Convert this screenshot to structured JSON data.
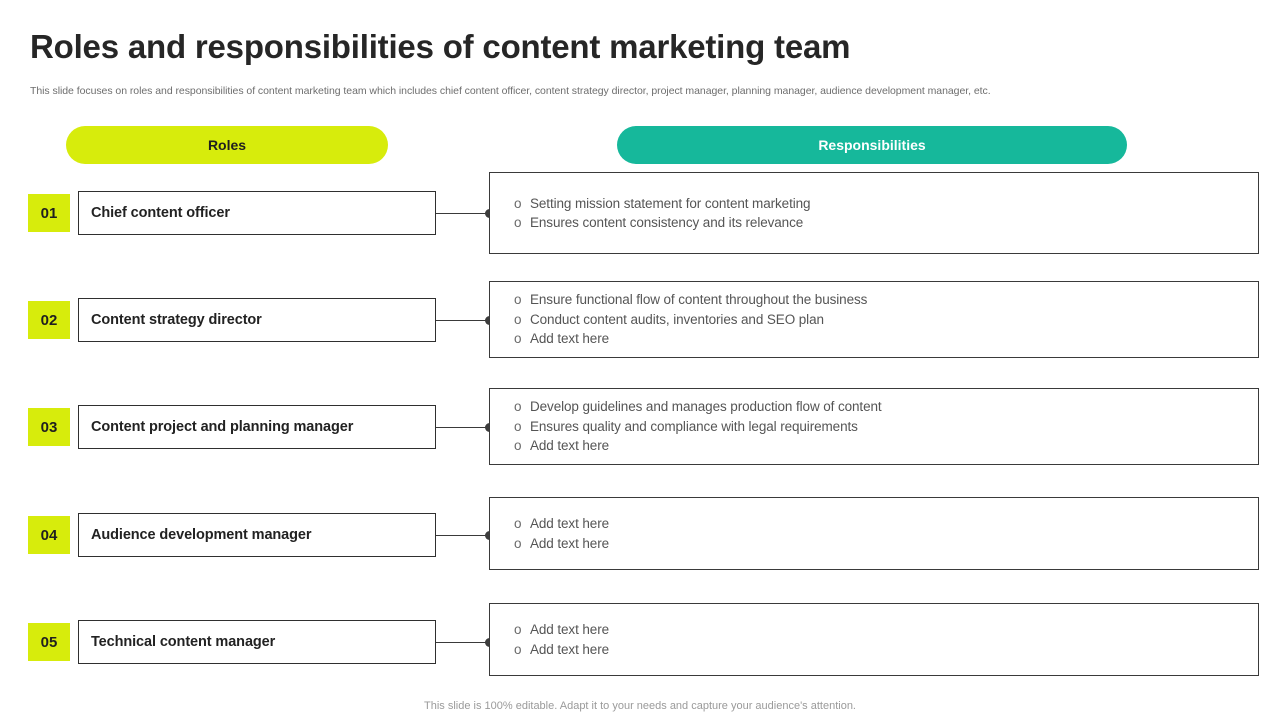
{
  "slide": {
    "title": "Roles and responsibilities of content marketing team",
    "subtitle": "This slide focuses on roles and responsibilities of content marketing team which includes chief content officer, content strategy director, project manager, planning manager, audience development manager, etc.",
    "footer": "This slide is 100% editable. Adapt it to your needs and capture your audience's attention."
  },
  "colors": {
    "lime": "#d7ec0c",
    "teal": "#16b89b",
    "box_border": "#3a3a3a",
    "title_text": "#262626",
    "body_text": "#555555"
  },
  "headers": {
    "roles_label": "Roles",
    "responsibilities_label": "Responsibilities"
  },
  "rows": [
    {
      "number": "01",
      "role": "Chief content officer",
      "responsibilities": [
        "Setting mission statement for content marketing",
        "Ensures content consistency and its relevance"
      ]
    },
    {
      "number": "02",
      "role": "Content strategy director",
      "responsibilities": [
        "Ensure functional flow of content throughout the business",
        "Conduct content audits, inventories and SEO plan",
        "Add text here"
      ]
    },
    {
      "number": "03",
      "role": "Content project and planning manager",
      "responsibilities": [
        "Develop guidelines and manages production flow of content",
        "Ensures quality and compliance with legal requirements",
        "Add text here"
      ]
    },
    {
      "number": "04",
      "role": "Audience development manager",
      "responsibilities": [
        "Add text here",
        "Add text here"
      ]
    },
    {
      "number": "05",
      "role": "Technical content manager",
      "responsibilities": [
        "Add text here",
        "Add text here"
      ]
    }
  ]
}
